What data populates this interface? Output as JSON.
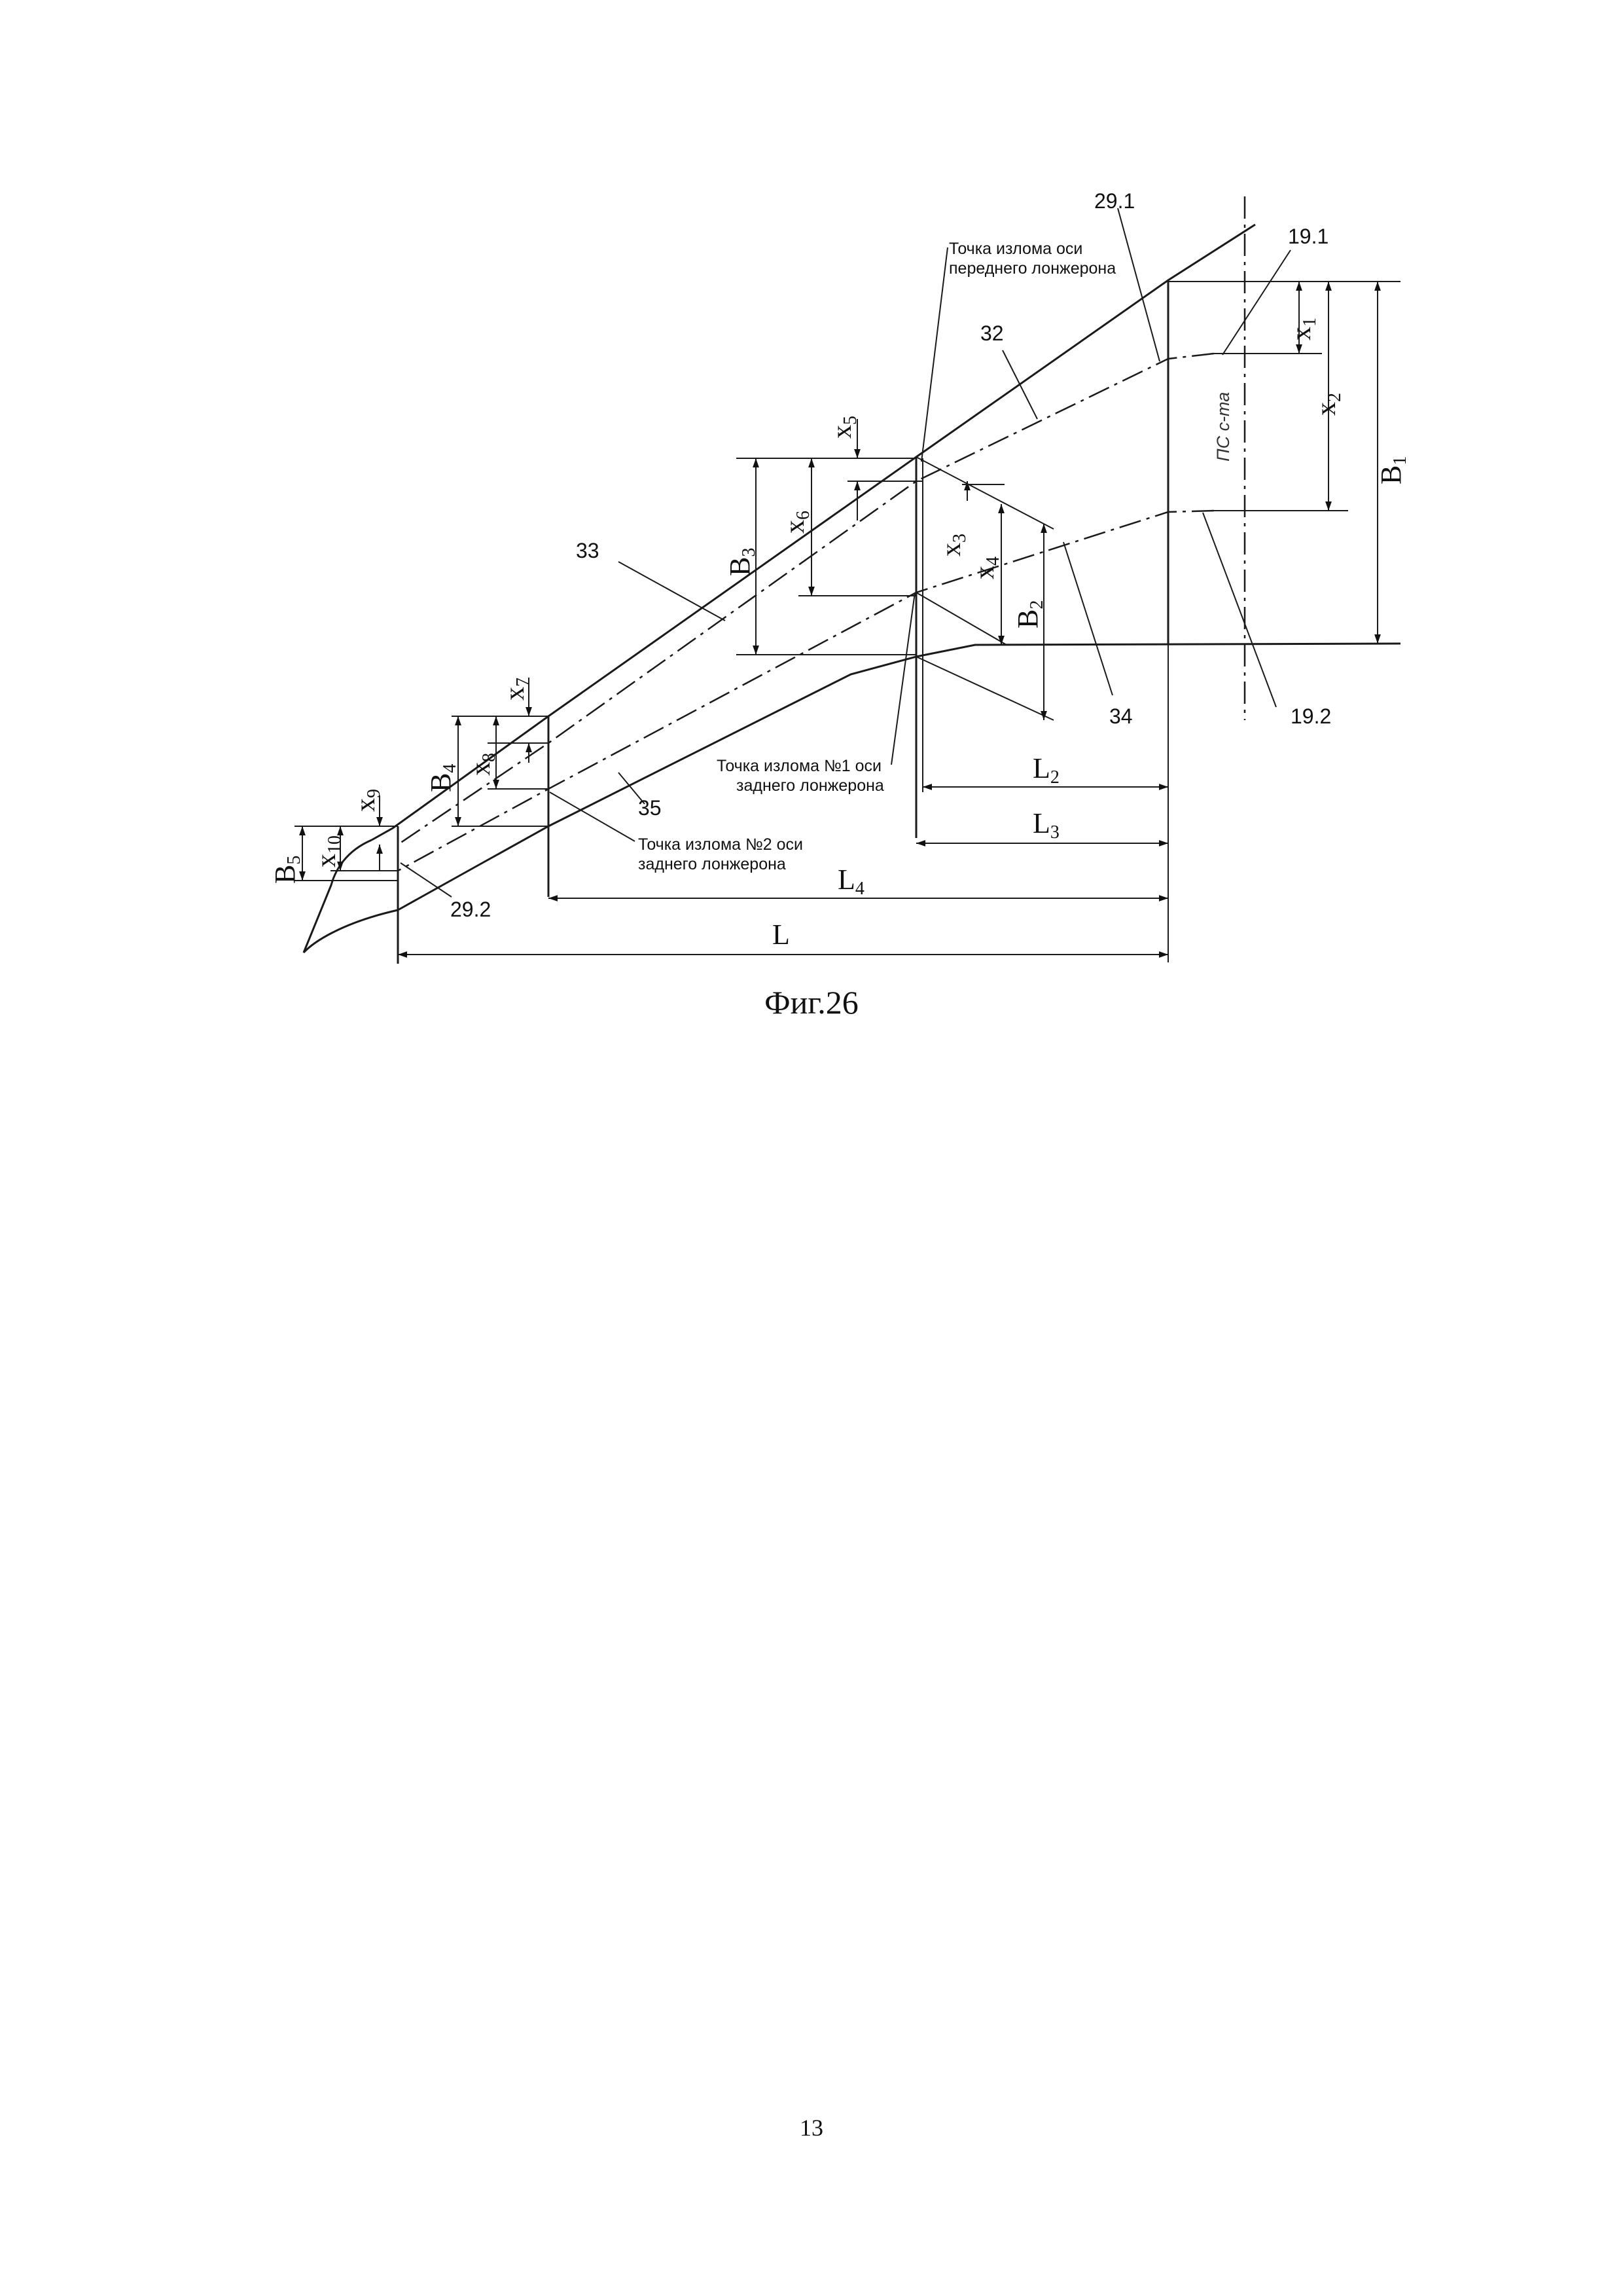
{
  "figure": {
    "caption": "Фиг.26",
    "page_number": "13"
  },
  "callouts": {
    "c29_1": "29.1",
    "c19_1": "19.1",
    "c32": "32",
    "c33": "33",
    "c34": "34",
    "c35": "35",
    "c19_2": "19.2",
    "c29_2": "29.2"
  },
  "notes": {
    "front_kink_l1": "Точка излома оси",
    "front_kink_l2": "переднего лонжерона",
    "rear_kink1_l1": "Точка излома №1 оси",
    "rear_kink1_l2": "заднего лонжерона",
    "rear_kink2_l1": "Точка излома №2 оси",
    "rear_kink2_l2": "заднего лонжерона",
    "psc": "ПС с-та"
  },
  "dimensions": {
    "x1": {
      "base": "x",
      "sub": "1"
    },
    "x2": {
      "base": "x",
      "sub": "2"
    },
    "x3": {
      "base": "x",
      "sub": "3"
    },
    "x4": {
      "base": "x",
      "sub": "4"
    },
    "x5": {
      "base": "x",
      "sub": "5"
    },
    "x6": {
      "base": "x",
      "sub": "6"
    },
    "x7": {
      "base": "x",
      "sub": "7"
    },
    "x8": {
      "base": "x",
      "sub": "8"
    },
    "x9": {
      "base": "x",
      "sub": "9"
    },
    "x10": {
      "base": "x",
      "sub": "10"
    },
    "B1": {
      "base": "B",
      "sub": "1"
    },
    "B2": {
      "base": "B",
      "sub": "2"
    },
    "B3": {
      "base": "B",
      "sub": "3"
    },
    "B4": {
      "base": "B",
      "sub": "4"
    },
    "B5": {
      "base": "B",
      "sub": "5"
    },
    "L2": {
      "base": "L",
      "sub": "2"
    },
    "L3": {
      "base": "L",
      "sub": "3"
    },
    "L4": {
      "base": "L",
      "sub": "4"
    },
    "L": {
      "base": "L",
      "sub": ""
    }
  }
}
